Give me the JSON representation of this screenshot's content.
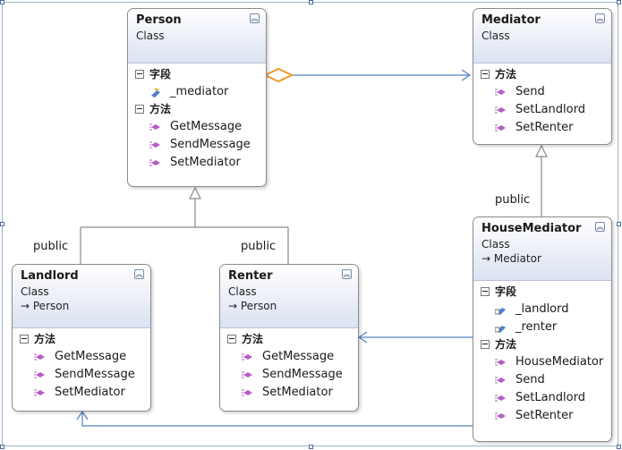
{
  "classes": {
    "person": {
      "name": "Person",
      "kind": "Class",
      "collapse_icon": "double-chevron-up-icon",
      "fields_title": "字段",
      "fields": [
        "_mediator"
      ],
      "methods_title": "方法",
      "methods": [
        "GetMessage",
        "SendMessage",
        "SetMediator"
      ]
    },
    "mediator": {
      "name": "Mediator",
      "kind": "Class",
      "collapse_icon": "double-chevron-up-icon",
      "methods_title": "方法",
      "methods": [
        "Send",
        "SetLandlord",
        "SetRenter"
      ]
    },
    "landlord": {
      "name": "Landlord",
      "kind": "Class",
      "base": "Person",
      "collapse_icon": "double-chevron-up-icon",
      "methods_title": "方法",
      "methods": [
        "GetMessage",
        "SendMessage",
        "SetMediator"
      ]
    },
    "renter": {
      "name": "Renter",
      "kind": "Class",
      "base": "Person",
      "collapse_icon": "double-chevron-up-icon",
      "methods_title": "方法",
      "methods": [
        "GetMessage",
        "SendMessage",
        "SetMediator"
      ]
    },
    "housemediator": {
      "name": "HouseMediator",
      "kind": "Class",
      "base": "Mediator",
      "collapse_icon": "double-chevron-up-icon",
      "fields_title": "字段",
      "fields": [
        "_landlord",
        "_renter"
      ],
      "methods_title": "方法",
      "methods": [
        "HouseMediator",
        "Send",
        "SetLandlord",
        "SetRenter"
      ]
    }
  },
  "labels": {
    "inherit_left": "public",
    "inherit_right": "public",
    "inherit_mediator": "public"
  },
  "colors": {
    "association_line": "#4f81bd",
    "aggregation_diamond": "#f0962a",
    "inheritance_line": "#8a8a8a"
  }
}
